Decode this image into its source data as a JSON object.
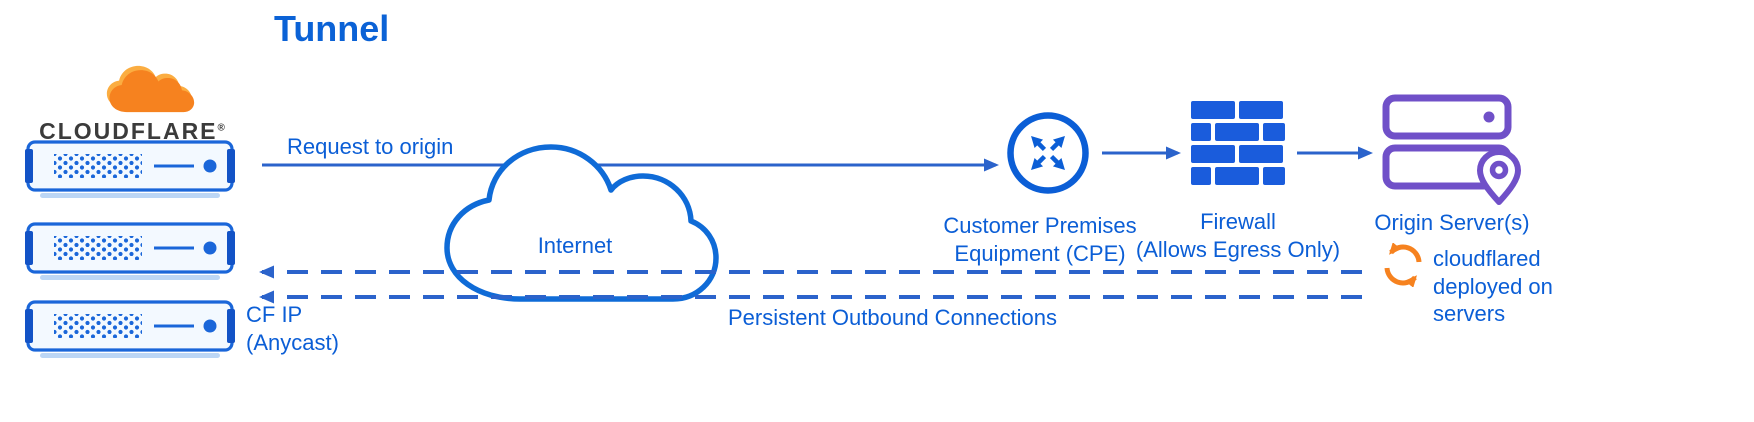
{
  "title": "Tunnel",
  "logo": {
    "wordmark": "CLOUDFLARE",
    "registered": "®"
  },
  "labels": {
    "request_to_origin": "Request to origin",
    "internet": "Internet",
    "cpe_line1": "Customer Premises",
    "cpe_line2": "Equipment (CPE)",
    "firewall_line1": "Firewall",
    "firewall_line2": "(Allows Egress Only)",
    "origin_servers": "Origin Server(s)",
    "cloudflared": "cloudflared deployed on servers",
    "cf_ip_line1": "CF IP",
    "cf_ip_line2": "(Anycast)",
    "persistent_outbound": "Persistent Outbound Connections"
  },
  "colors": {
    "text_blue": "#0b5ed6",
    "line_blue": "#2b63cb",
    "icon_blue": "#1a66d9",
    "cloud_stroke_blue": "#0f6bd7",
    "firewall_blue": "#1a5cdc",
    "orange": "#f6821f",
    "orange_light": "#fbad41",
    "purple": "#7050c8",
    "wordmark_dark": "#3b3b3b"
  }
}
